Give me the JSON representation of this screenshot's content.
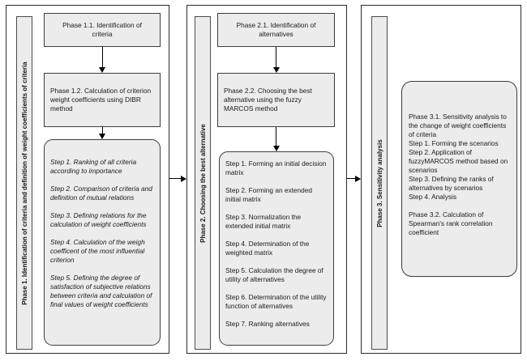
{
  "colors": {
    "background": "#ffffff",
    "box_fill": "#ececec",
    "container_border": "#2b2b2b",
    "box_border": "#3d3d3d",
    "arrow": "#000000",
    "text": "#1a1a1a"
  },
  "phase1": {
    "label": "Phase 1. Identification of criteria and definition of weight coefficients of criteria",
    "box1": "Phase 1.1. Identification of criteria",
    "box2": "Phase 1.2. Calculation of criterion weight coefficients using DIBR method",
    "steps": [
      "Step 1. Ranking of all criteria according to importance",
      "Step 2. Comparison of criteria and definition of mutual relations",
      "Step 3. Defining relations for the calculation of weight coefficients",
      "Step 4. Calculation of the weigh coefficent of the most influential criterion",
      "Step 5. Defining the degree of satisfaction of subjective relations between criteria and calculation of final values of weight coefficients"
    ]
  },
  "phase2": {
    "label": "Phase 2. Choosing the best alternative",
    "box1": "Phase 2.1. Identification of alternatives",
    "box2": "Phase 2.2. Choosing the best alternative using the fuzzy MARCOS method",
    "steps": [
      "Step 1. Forming an initial decision matrix",
      "Step 2. Forming an extended initial matrix",
      "Step 3. Normalization the extended initial matrix",
      "Step 4. Determination of the weighted matrix",
      "Step 5. Calculation the degree of utility of alternatives",
      "Step 6. Determination of the utility function of alternatives",
      "Step 7. Ranking alternatives"
    ]
  },
  "phase3": {
    "label": "Phase 3. Sensitivity analysis",
    "box": {
      "para1": "Phase 3.1. Sensitivity analysis to the change of weight coefficients of criteria",
      "step1": "Step 1. Forming the scenarios",
      "step2": "Step 2. Application of fuzzyMARCOS method based on scenarios",
      "step3": "Step 3. Defining the ranks of alternatives by scenarios",
      "step4": "Step 4. Analysis",
      "para2": "Phase 3.2. Calculation of Spearman's rank correlation coefficient"
    }
  }
}
